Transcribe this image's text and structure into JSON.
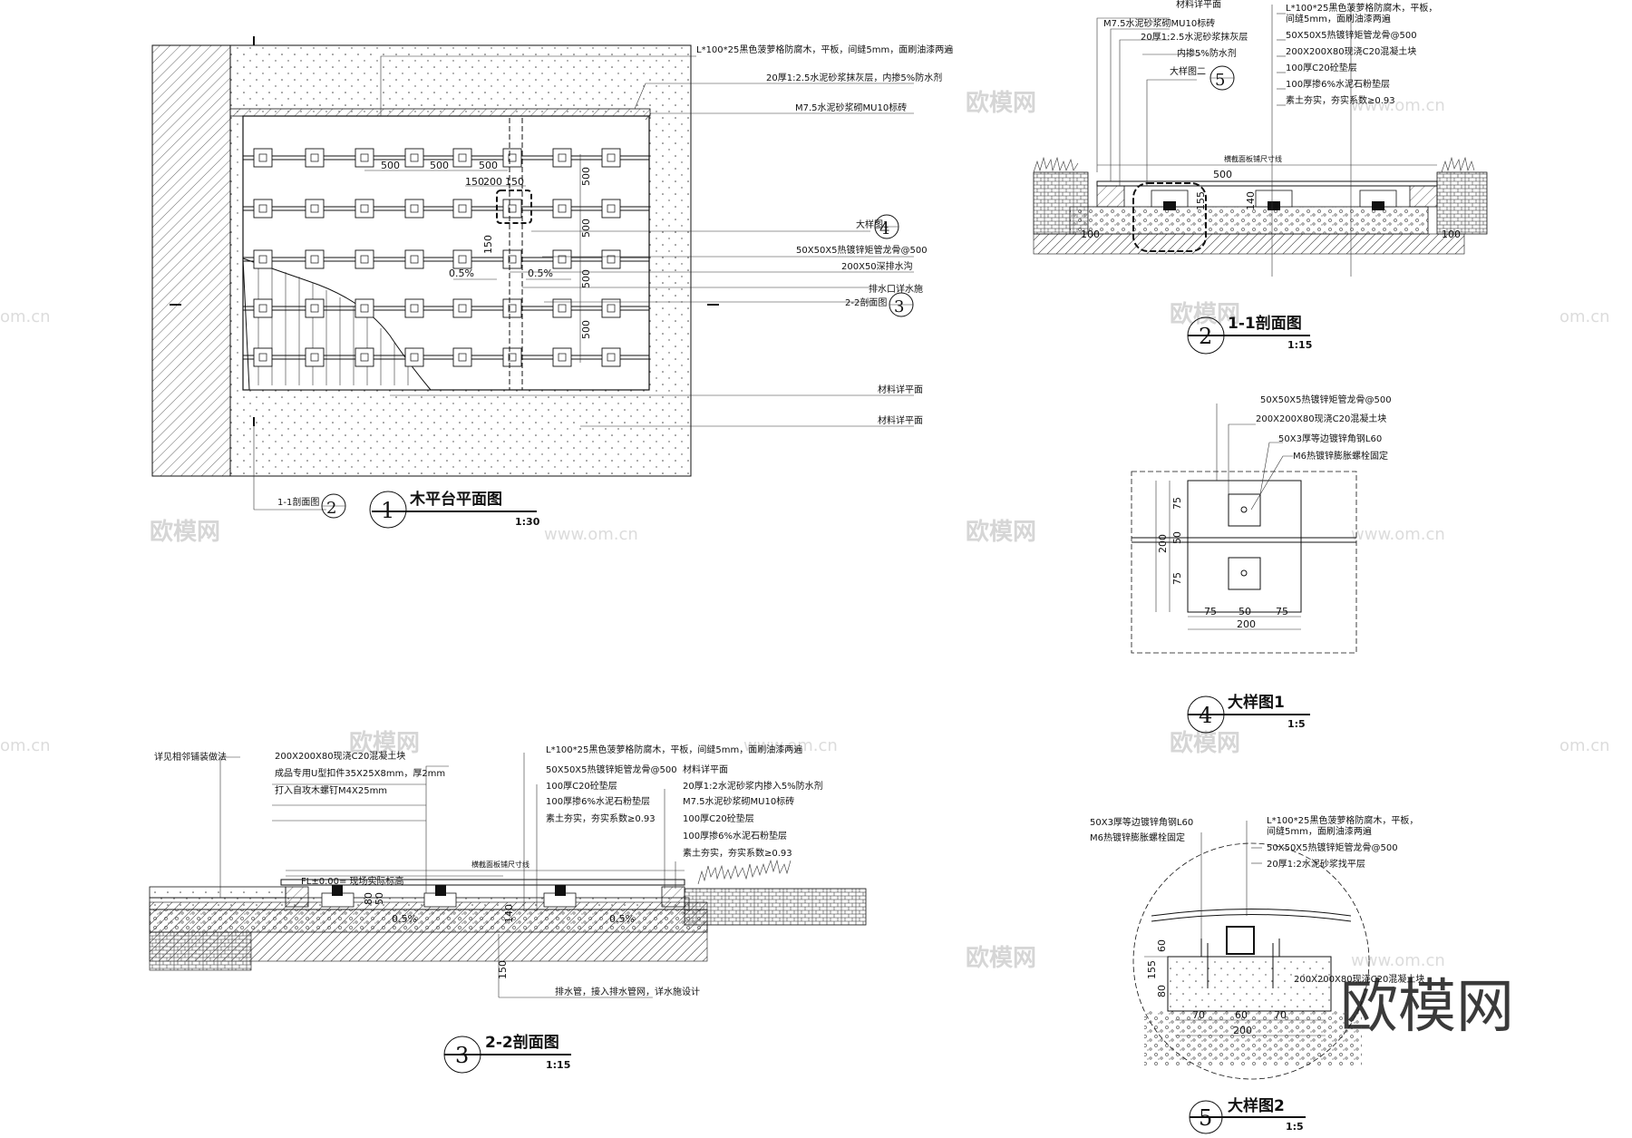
{
  "watermark": {
    "brand": "欧模网",
    "url": "www.om.cn",
    "url_short": "om.cn",
    "big": "欧模网"
  },
  "plan": {
    "number": "1",
    "title": "木平台平面图",
    "scale": "1:30",
    "section_ref_label": "1-1剖面图",
    "section_ref_num": "2",
    "notes": [
      "L*100*25黑色菠萝格防腐木，平板，间缝5mm，面刷油漆两遍",
      "20厚1:2.5水泥砂浆抹灰层，内掺5%防水剂",
      "M7.5水泥砂浆砌MU10标砖",
      "大样图1",
      "50X50X5热镀锌矩管龙骨@500",
      "200X50深排水沟",
      "排水口详水施",
      "2-2剖面图",
      "材料详平面",
      "材料详平面"
    ],
    "callout_detail_num": "4",
    "callout_section_num": "3",
    "dims": [
      "500",
      "500",
      "500",
      "150",
      "200",
      "150",
      "500",
      "500",
      "500",
      "500",
      "0.5%",
      "0.5%",
      "150"
    ]
  },
  "sec11": {
    "number": "2",
    "title": "1-1剖面图",
    "scale": "1:15",
    "notes_left": [
      "材料详平面",
      "M7.5水泥砂浆砌MU10标砖",
      "20厚1:2.5水泥砂浆抹灰层",
      "内掺5%防水剂",
      "大样图二"
    ],
    "detail_num": "5",
    "notes_right": [
      "L*100*25黑色菠萝格防腐木，平板，",
      "间缝5mm，面刷油漆两遍",
      "50X50X5热镀锌矩管龙骨@500",
      "200X200X80现浇C20混凝土块",
      "100厚C20砼垫层",
      "100厚掺6%水泥石粉垫层",
      "素土夯实，夯实系数≥0.93"
    ],
    "top_label": "横截面板铺尺寸线",
    "dims": [
      "500",
      "100",
      "100",
      "155",
      "140"
    ]
  },
  "det1": {
    "number": "4",
    "title": "大样图1",
    "scale": "1:5",
    "notes": [
      "50X50X5热镀锌矩管龙骨@500",
      "200X200X80现浇C20混凝土块",
      "50X3厚等边镀锌角钢L60",
      "M6热镀锌膨胀螺栓固定"
    ],
    "dims_v": [
      "75",
      "50",
      "75",
      "200"
    ],
    "dims_h": [
      "75",
      "50",
      "75",
      "200"
    ]
  },
  "sec22": {
    "number": "3",
    "title": "2-2剖面图",
    "scale": "1:15",
    "notes_left": [
      "详见相邻铺装做法",
      "200X200X80现浇C20混凝土块",
      "成品专用U型扣件35X25X8mm，厚2mm",
      "打入自攻木螺钉M4X25mm"
    ],
    "notes_right": [
      "L*100*25黑色菠萝格防腐木，平板，间缝5mm，面刷油漆两遍",
      "50X50X5热镀锌矩管龙骨@500",
      "100厚C20砼垫层",
      "100厚掺6%水泥石粉垫层",
      "素土夯实，夯实系数≥0.93"
    ],
    "notes_right2": [
      "材料详平面",
      "20厚1:2水泥砂浆内掺入5%防水剂",
      "M7.5水泥砂浆砌MU10标砖",
      "100厚C20砼垫层",
      "100厚掺6%水泥石粉垫层",
      "素土夯实，夯实系数≥0.93"
    ],
    "fl_label": "FL±0.00= 现场实际标高",
    "top_label": "横截面板铺尺寸线",
    "bottom_label": "排水管，接入排水管网，详水施设计",
    "dims": [
      "0.5%",
      "0.5%",
      "140",
      "80",
      "50",
      "150"
    ]
  },
  "det2": {
    "number": "5",
    "title": "大样图2",
    "scale": "1:5",
    "notes_left": [
      "50X3厚等边镀锌角钢L60",
      "M6热镀锌膨胀螺栓固定"
    ],
    "notes_right": [
      "L*100*25黑色菠萝格防腐木，平板，",
      "间缝5mm，面刷油漆两遍",
      "50X50X5热镀锌矩管龙骨@500",
      "20厚1:2水泥砂浆找平层"
    ],
    "side_label": "200X200X80现浇C20混凝土块",
    "dims_v": [
      "155",
      "60",
      "80"
    ],
    "dims_h": [
      "70",
      "60",
      "70",
      "200"
    ]
  }
}
